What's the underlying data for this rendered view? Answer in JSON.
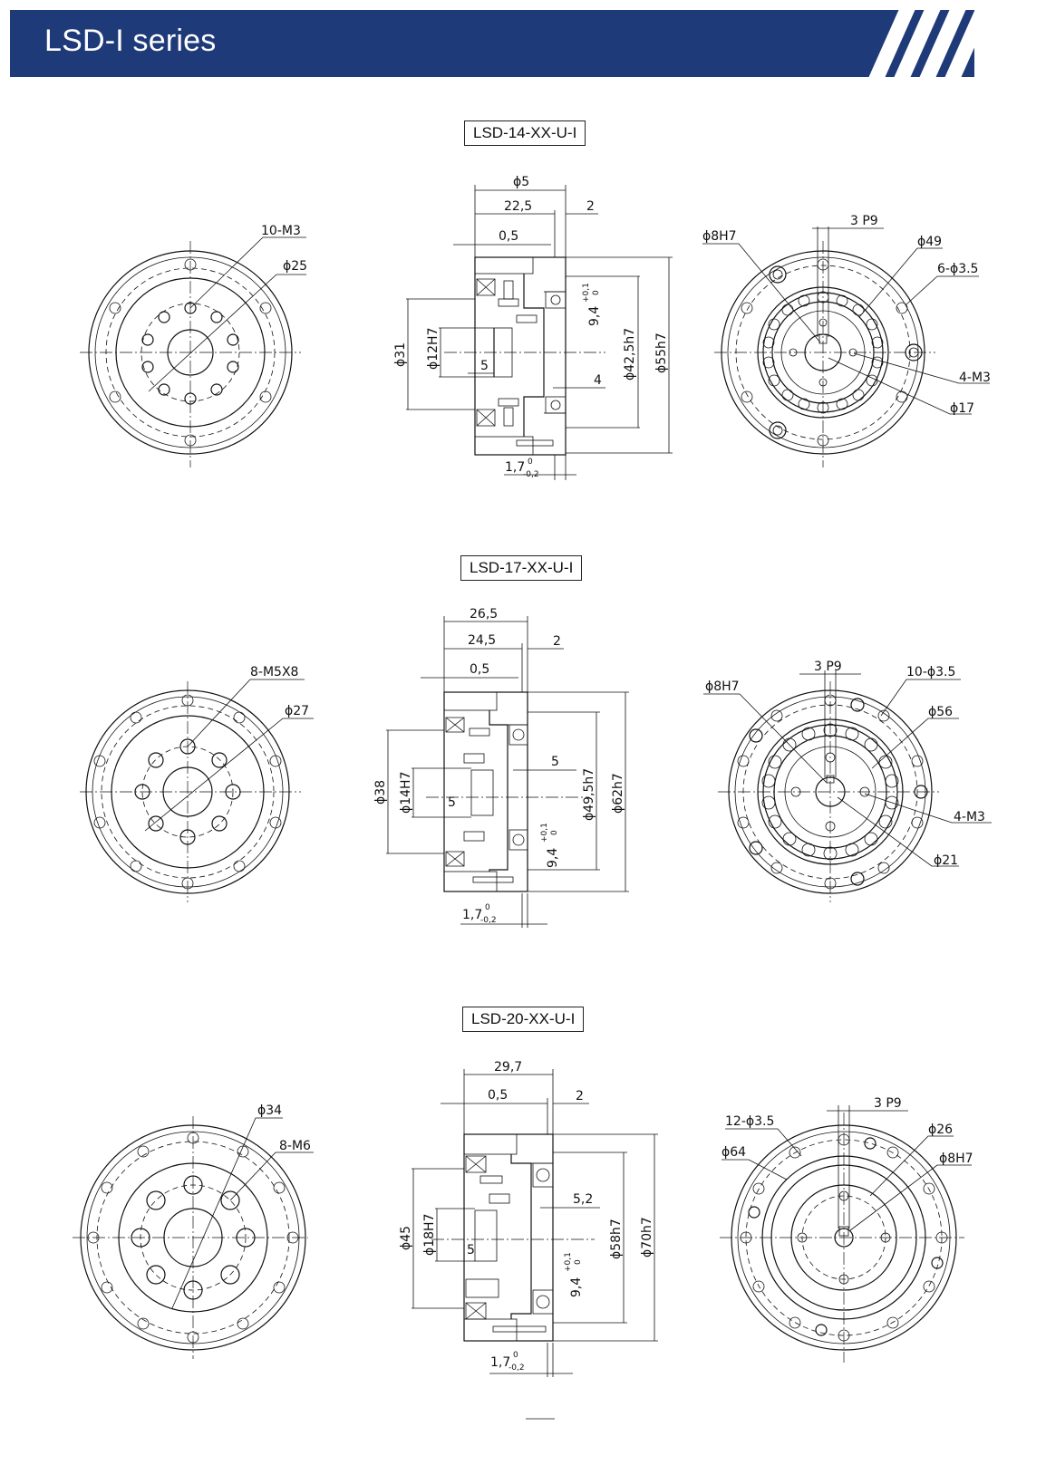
{
  "header": {
    "title": "LSD-I series",
    "brand_color": "#1f3a78"
  },
  "drawings": [
    {
      "model": "LSD-14-XX-U-I",
      "front_labels": {
        "holes": "10-M3",
        "pcd": "ϕ25"
      },
      "side_labels": {
        "d_top": "ϕ5",
        "len": "22,5",
        "gap": "2",
        "step": "0,5",
        "d_outer": "ϕ31",
        "d_bore": "ϕ12H7",
        "depth": "5",
        "key": "9,4",
        "d_mid": "ϕ42,5h7",
        "d_max": "ϕ55h7",
        "bottom": "1,7",
        "side": "4"
      },
      "rear_labels": {
        "key": "3  P9",
        "bore": "ϕ8H7",
        "pcd": "ϕ49",
        "holes": "6-ϕ3.5",
        "tap": "4-M3",
        "pcd2": "ϕ17"
      }
    },
    {
      "model": "LSD-17-XX-U-I",
      "front_labels": {
        "holes": "8-M5X8",
        "pcd": "ϕ27"
      },
      "side_labels": {
        "len": "26,5",
        "len2": "24,5",
        "gap": "2",
        "step": "0,5",
        "d_outer": "ϕ38",
        "d_bore": "ϕ14H7",
        "depth": "5",
        "key": "9,4",
        "d_mid": "ϕ49,5h7",
        "d_max": "ϕ62h7",
        "bottom": "1,7",
        "side": "5"
      },
      "rear_labels": {
        "key": "3  P9",
        "bore": "ϕ8H7",
        "holes": "10-ϕ3.5",
        "pcd": "ϕ56",
        "tap": "4-M3",
        "pcd2": "ϕ21"
      }
    },
    {
      "model": "LSD-20-XX-U-I",
      "front_labels": {
        "pcd": "ϕ34",
        "holes": "8-M6"
      },
      "side_labels": {
        "len": "29,7",
        "step": "0,5",
        "gap": "2",
        "d_outer": "ϕ45",
        "d_bore": "ϕ18H7",
        "depth": "5",
        "side": "5,2",
        "key": "9,4",
        "d_mid": "ϕ58h7",
        "d_max": "ϕ70h7",
        "bottom": "1,7"
      },
      "rear_labels": {
        "key": "3  P9",
        "holes": "12-ϕ3.5",
        "pcd2": "ϕ26",
        "pcd": "ϕ64",
        "bore": "ϕ8H7"
      }
    }
  ],
  "tolerances": {
    "key_upper": "+0,1",
    "key_lower": "0",
    "bottom_upper": "0",
    "bottom_lower": "-0,2"
  }
}
